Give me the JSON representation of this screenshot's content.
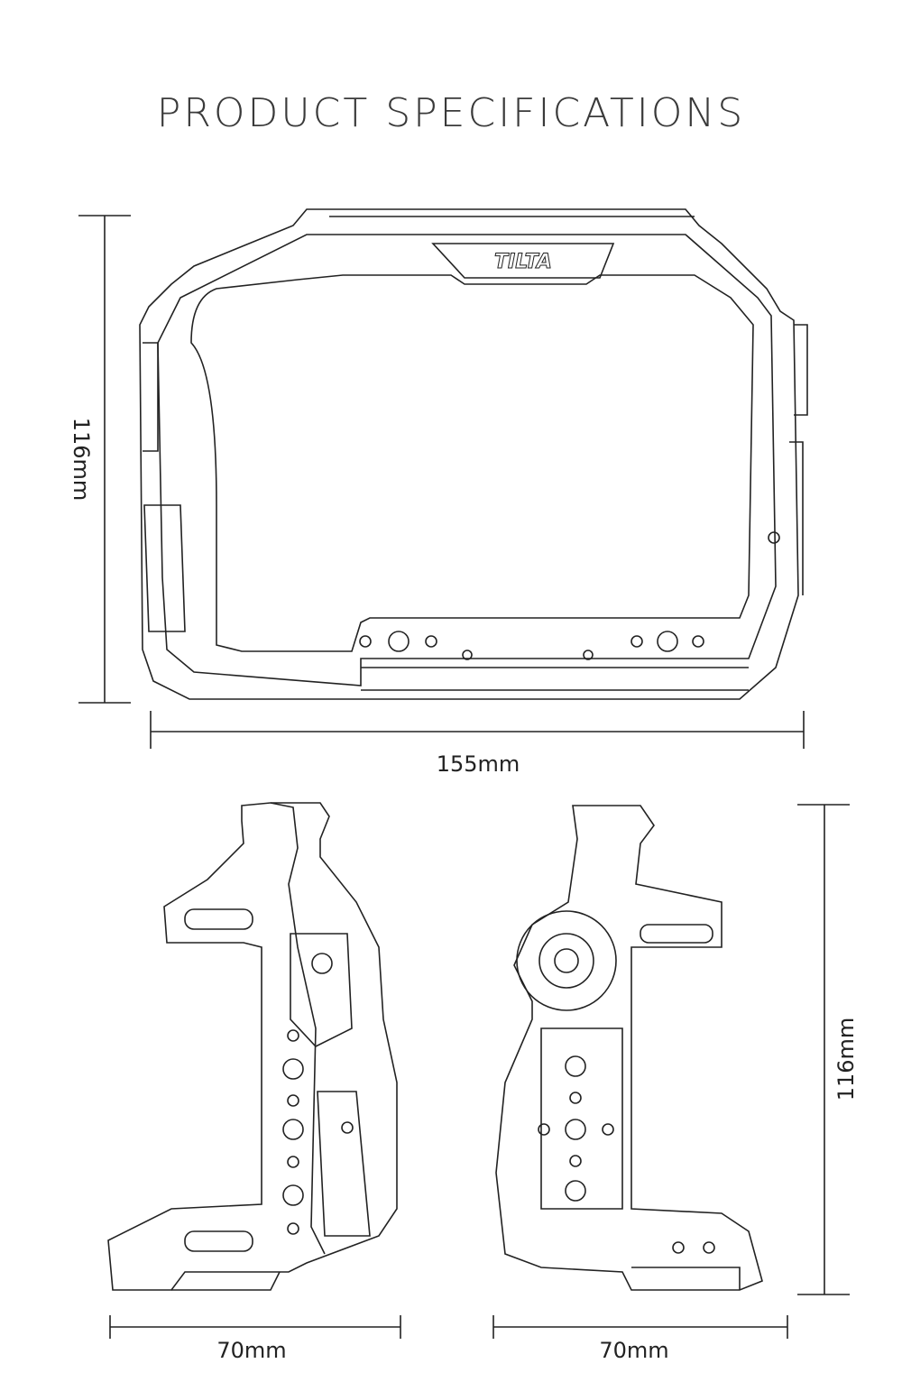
{
  "title": "PRODUCT SPECIFICATIONS",
  "brand_logo": "TILTA",
  "dimensions": {
    "front_height": "116mm",
    "front_width": "155mm",
    "left_side_width": "70mm",
    "right_side_width": "70mm",
    "side_height": "116mm"
  }
}
